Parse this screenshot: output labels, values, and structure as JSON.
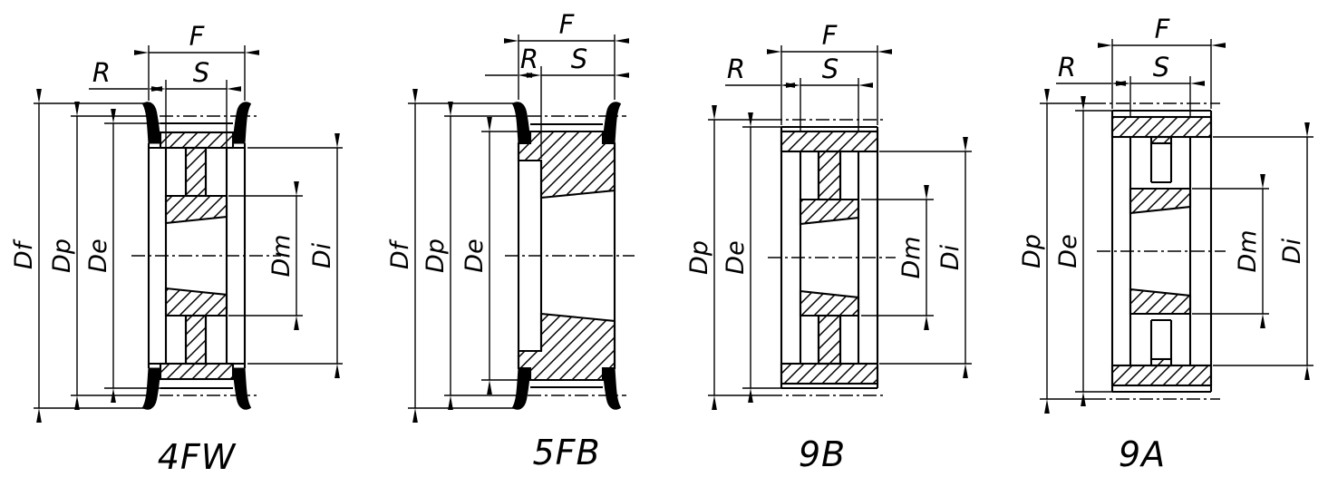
{
  "page": {
    "background": "#ffffff",
    "line_color": "#000000",
    "content": "timing-pulley cross-section drawings"
  },
  "drawings": [
    {
      "id": "pulley-4fw",
      "caption": "4FW",
      "flanged": true,
      "labels": {
        "width": "F",
        "offset": "R",
        "bush_width": "S",
        "flange_dia": "Df",
        "pitch_dia": "Dp",
        "outside_dia": "De",
        "hub_dia": "Dm",
        "inner_dia": "Di"
      }
    },
    {
      "id": "pulley-5fb",
      "caption": "5FB",
      "flanged": true,
      "labels": {
        "width": "F",
        "offset": "R",
        "bush_width": "S",
        "flange_dia": "Df",
        "pitch_dia": "Dp",
        "outside_dia": "De"
      }
    },
    {
      "id": "pulley-9b",
      "caption": "9B",
      "flanged": false,
      "labels": {
        "width": "F",
        "offset": "R",
        "bush_width": "S",
        "pitch_dia": "Dp",
        "outside_dia": "De",
        "hub_dia": "Dm",
        "inner_dia": "Di"
      }
    },
    {
      "id": "pulley-9a",
      "caption": "9A",
      "flanged": false,
      "labels": {
        "width": "F",
        "offset": "R",
        "bush_width": "S",
        "pitch_dia": "Dp",
        "outside_dia": "De",
        "hub_dia": "Dm",
        "inner_dia": "Di"
      }
    }
  ]
}
